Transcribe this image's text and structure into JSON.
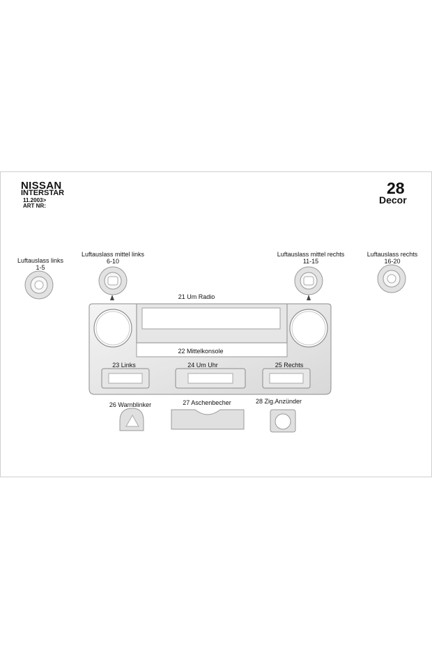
{
  "header": {
    "brand": "NISSAN",
    "model": "INTERSTAR",
    "date": "11.2003>",
    "art": "ART NR:",
    "count": "28",
    "type": "Decor"
  },
  "labels": {
    "vent_left": "Luftauslass links",
    "vent_left_n": "1-5",
    "vent_mid_left": "Luftauslass mittel links",
    "vent_mid_left_n": "6-10",
    "vent_mid_right": "Luftauslass mittel rechts",
    "vent_mid_right_n": "11-15",
    "vent_right": "Luftauslass rechts",
    "vent_right_n": "16-20",
    "radio": "21  Um Radio",
    "console": "22 Mittelkonsole",
    "links": "23 Links",
    "uhr": "24 Um Uhr",
    "rechts": "25 Rechts",
    "warn": "26 Warnblinker",
    "ash": "27  Aschenbecher",
    "zig": "28 Zig.Anzünder"
  }
}
